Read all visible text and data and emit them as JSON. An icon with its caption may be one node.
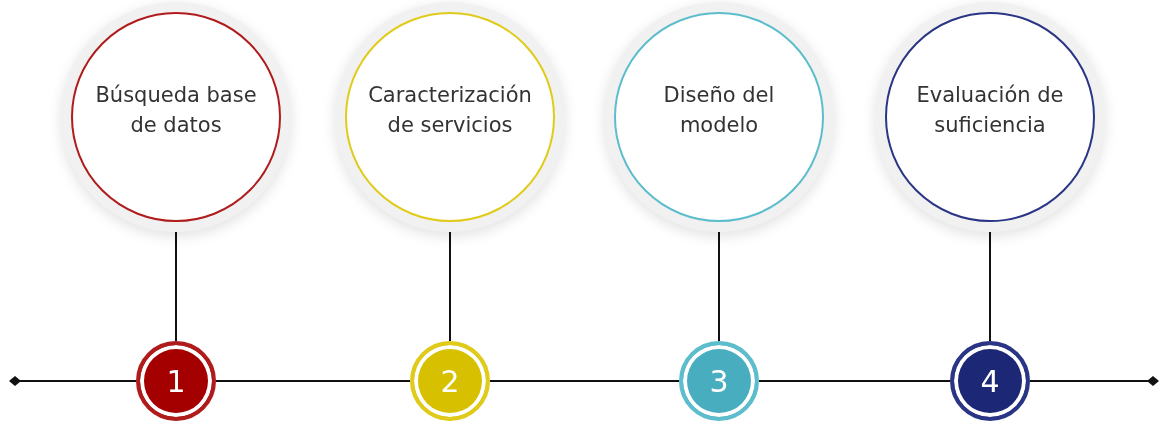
{
  "diagram": {
    "nodes": [
      {
        "text": [
          "Búsqueda base de datos"
        ]
      },
      {
        "text": [
          "Caracterización de servicios"
        ]
      },
      {
        "text": [
          "Diseño del modelo"
        ]
      },
      {
        "text": [
          "Evaluación de suficiencia"
        ]
      },
      {
        "text": [
          "1"
        ]
      },
      {
        "text": [
          "2"
        ]
      },
      {
        "text": [
          "3"
        ]
      },
      {
        "text": [
          "4"
        ]
      }
    ],
    "edges": [
      {
        "from": 0,
        "to": 4,
        "arrow": "none"
      },
      {
        "from": 1,
        "to": 5,
        "arrow": "none"
      },
      {
        "from": 2,
        "to": 6,
        "arrow": "none"
      },
      {
        "from": 3,
        "to": 7,
        "arrow": "none"
      },
      {
        "from": null,
        "to": 4,
        "arrow": "other"
      },
      {
        "from": 4,
        "to": 5,
        "arrow": "none"
      },
      {
        "from": 5,
        "to": 6,
        "arrow": "none"
      },
      {
        "from": 6,
        "to": 7,
        "arrow": "none"
      },
      {
        "from": 7,
        "to": null,
        "arrow": "other"
      }
    ]
  }
}
